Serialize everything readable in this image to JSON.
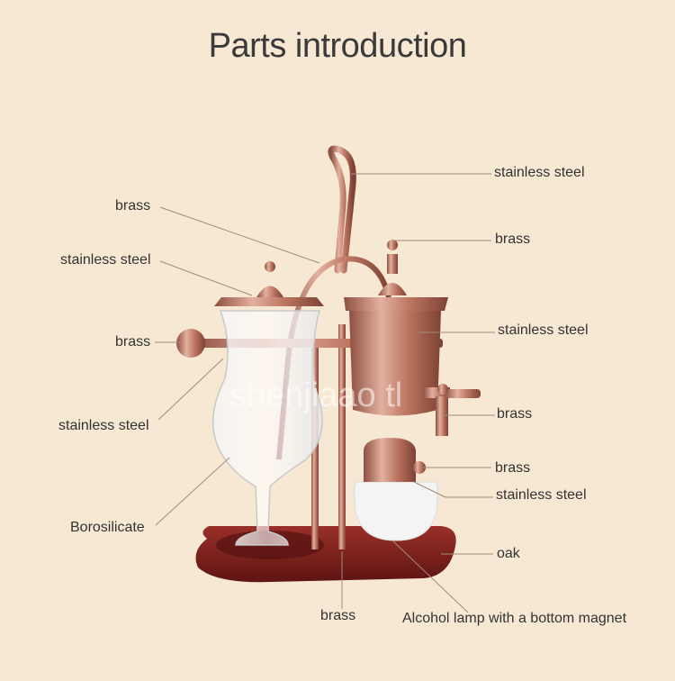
{
  "title": "Parts introduction",
  "watermark": "shenjiaao tl",
  "colors": {
    "background": "#f7e8d3",
    "metal": "#b9735e",
    "wood": "#7a1f1d",
    "leader": "#a58a7a"
  },
  "labels": {
    "hook": "stainless steel",
    "arm_left": "brass",
    "lid_left": "stainless steel",
    "knob_left": "brass",
    "frame_left": "stainless steel",
    "glass": "Borosilicate",
    "top_knob_right": "brass",
    "boiler": "stainless steel",
    "tap": "brass",
    "burner_knob": "brass",
    "burner_cap": "stainless steel",
    "base": "oak",
    "post_bottom": "brass",
    "lamp": "Alcohol lamp with a bottom magnet"
  }
}
